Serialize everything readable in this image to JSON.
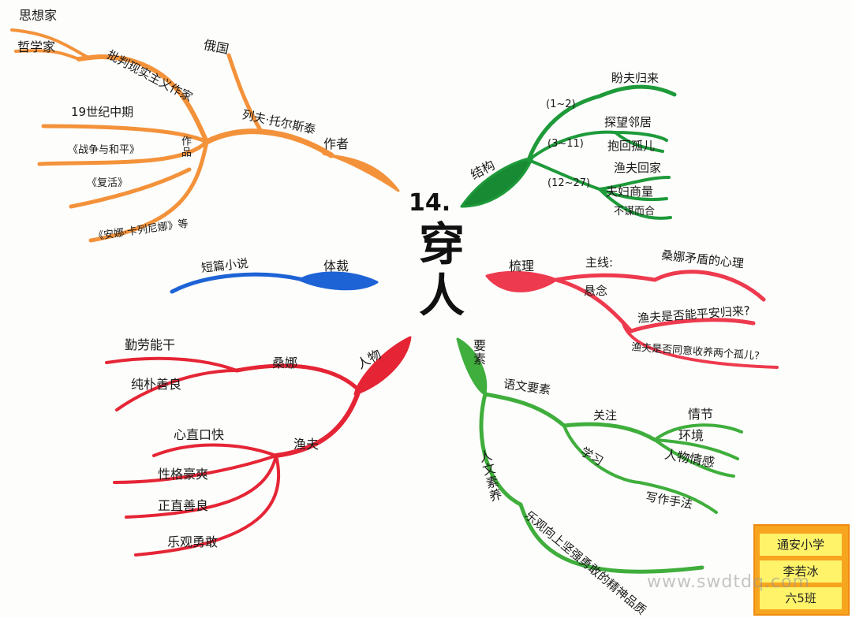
{
  "title": {
    "number": "14.",
    "chars": [
      "穿",
      "人"
    ]
  },
  "author": {
    "color": "#f3923a",
    "root": "作者",
    "name": "列夫·托尔斯泰",
    "country": "俄国",
    "identity": "批判现实主义作家",
    "identity_sub": [
      "思想家",
      "哲学家"
    ],
    "works_label": "作品",
    "era": "19世纪中期",
    "works": [
      "《战争与和平》",
      "《复活》",
      "《安娜·卡列尼娜》等"
    ]
  },
  "genre": {
    "color": "#1e63d6",
    "root": "体裁",
    "value": "短篇小说"
  },
  "characters": {
    "color": "#e52535",
    "root": "人物",
    "sangna": {
      "name": "桑娜",
      "traits": [
        "勤劳能干",
        "纯朴善良"
      ]
    },
    "yufu": {
      "name": "渔夫",
      "traits": [
        "心直口快",
        "性格豪爽",
        "正直善良",
        "乐观勇敢"
      ]
    }
  },
  "structure": {
    "color": "#1e9a3a",
    "root": "结构",
    "groups": [
      {
        "range": "(1~2)",
        "items": [
          "盼夫归来"
        ]
      },
      {
        "range": "(3~11)",
        "items": [
          "探望邻居",
          "抱回孤儿"
        ]
      },
      {
        "range": "(12~27)",
        "items": [
          "渔夫回家",
          "夫妇商量",
          "不谋而合"
        ]
      }
    ]
  },
  "outline": {
    "color": "#ee3a4e",
    "root": "梳理",
    "main_label": "主线:",
    "main_value": "桑娜矛盾的心理",
    "suspense_label": "悬念",
    "suspense_items": [
      "渔夫是否能平安归来?",
      "渔夫是否同意收养两个孤儿?"
    ]
  },
  "elements": {
    "color": "#3fae3c",
    "root": "要素",
    "language_label": "语文要素",
    "focus_label": "关注",
    "focus_items": [
      "情节",
      "环境",
      "人物情感"
    ],
    "learn_label": "学习",
    "learn_items": [
      "写作手法"
    ],
    "humanities_label": "人文素养",
    "humanities_value": "乐观向上坚强勇敢的精神品质"
  },
  "badge": {
    "lines": [
      "通安小学",
      "李若冰",
      "六5班"
    ]
  },
  "watermark": "www.swdtdq.com"
}
